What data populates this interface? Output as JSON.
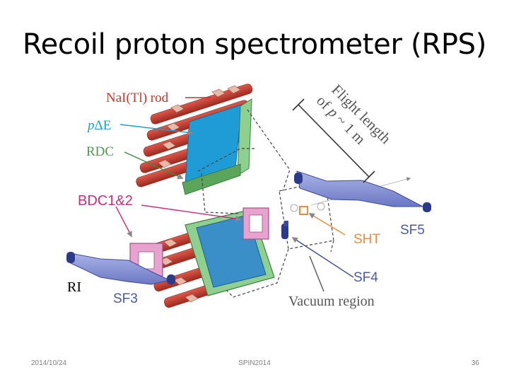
{
  "slide": {
    "title": "Recoil proton spectrometer (RPS)"
  },
  "labels": {
    "nai_rod": "NaI(Tl) rod",
    "pde_p": "p",
    "pde_de": "ΔE",
    "rdc": "RDC",
    "bdc": "BDC1&2",
    "flight_line1": "Flight length",
    "flight_line2_a": "of ",
    "flight_line2_p": "p",
    "flight_line2_b": " ~ 1 m",
    "sht": "SHT",
    "sf5": "SF5",
    "sf4": "SF4",
    "sf3": "SF3",
    "ri": "RI",
    "vacuum": "Vacuum region"
  },
  "colors": {
    "nai": "#c0392b",
    "pde": "#1f9bd5",
    "rdc": "#4f9a4f",
    "bdc": "#c92d7c",
    "sht": "#ef8a3a",
    "sf": "#3c4a9c",
    "sf_label": "#4a5aa8"
  },
  "footer": {
    "date": "2014/10/24",
    "conference": "SPIN2014",
    "page": "36"
  }
}
